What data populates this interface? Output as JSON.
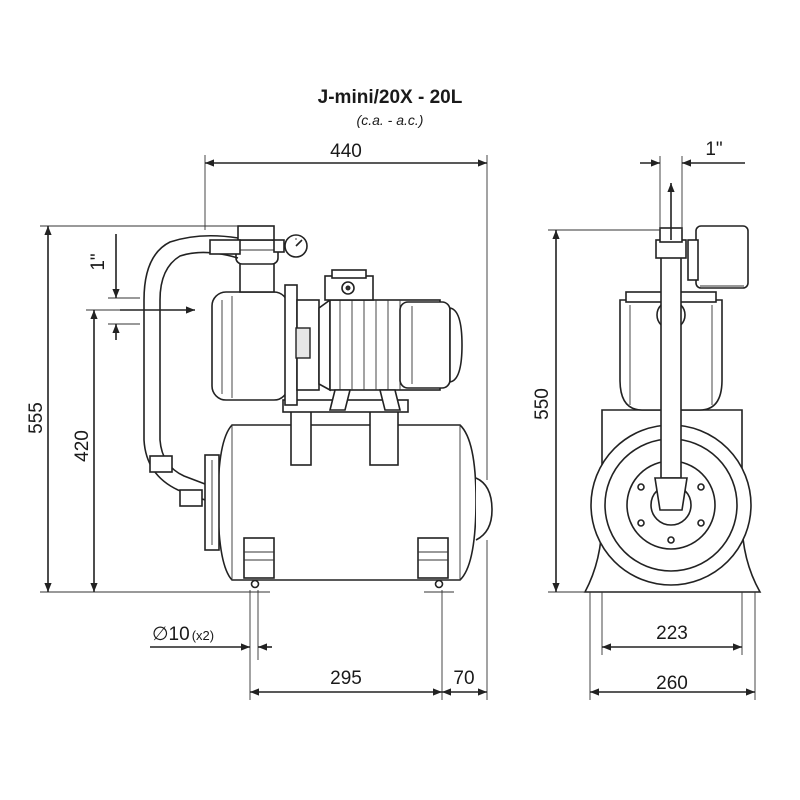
{
  "title": "J-mini/20X - 20L",
  "subtitle": "(c.a. - a.c.)",
  "dimensions": {
    "width_total": "440",
    "height_total": "555",
    "height_outlet": "420",
    "outlet_thread": "1\"",
    "inlet_thread": "1\"",
    "foot_hole": "∅10",
    "foot_hole_count": "(x2)",
    "foot_spacing": "295",
    "foot_offset": "70",
    "side_height": "550",
    "side_inner_width": "223",
    "side_outer_width": "260"
  },
  "icons": [
    "pressure-gauge-icon",
    "terminal-box-icon",
    "pressure-switch-icon",
    "flow-arrow-icon"
  ]
}
